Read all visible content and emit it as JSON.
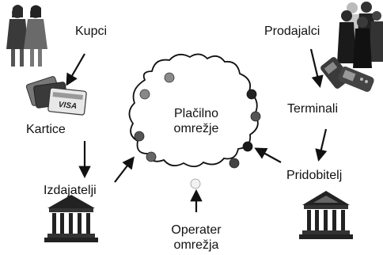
{
  "labels": {
    "kupci": "Kupci",
    "kartice": "Kartice",
    "izdajatelji": "Izdajatelji",
    "prodajalci": "Prodajalci",
    "terminali": "Terminali",
    "pridobitelj": "Pridobitelj",
    "operater_line1": "Operater",
    "operater_line2": "omrežja",
    "network_line1": "Plačilno",
    "network_line2": "omrežje"
  },
  "card_text": "VISA",
  "icons": [
    "people-icon",
    "credit-cards-icon",
    "bank-building-icon",
    "crowd-icon",
    "payment-terminal-icon",
    "cloud-network-icon",
    "network-node-icon",
    "arrow-icon"
  ],
  "colors": {
    "node_dark": "#1a1a1a",
    "node_mid": "#555555",
    "node_light": "#8a8a8a",
    "node_white": "#f2f2f2",
    "line": "#111111"
  }
}
